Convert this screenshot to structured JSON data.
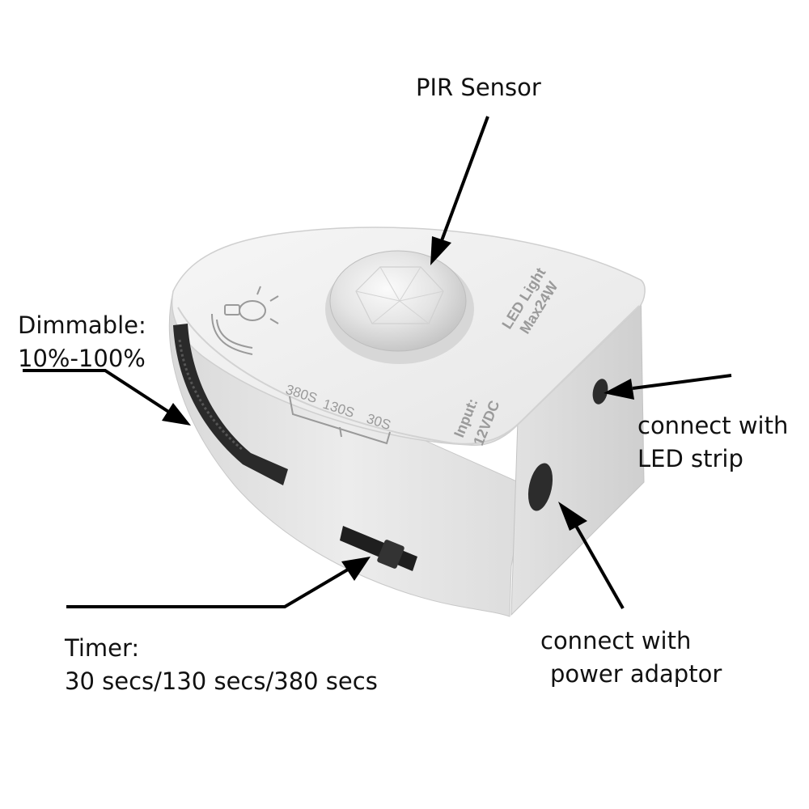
{
  "callouts": {
    "pir": {
      "line1": "PIR Sensor"
    },
    "dimmable": {
      "line1": "Dimmable:",
      "line2": "10%-100%"
    },
    "timer": {
      "line1": "Timer:",
      "line2": "30 secs/130 secs/380 secs"
    },
    "led": {
      "line1": "connect with",
      "line2": "LED strip"
    },
    "power": {
      "line1": "connect with",
      "line2": "power adaptor"
    }
  },
  "device": {
    "label_led_1": "LED Light",
    "label_led_2": "Max24W",
    "label_input_1": "Input:",
    "label_input_2": "12VDC",
    "timer_marks": [
      "380S",
      "130S",
      "30S"
    ],
    "body_color": "#e9e9e9",
    "text_color": "#9a9a9a"
  }
}
